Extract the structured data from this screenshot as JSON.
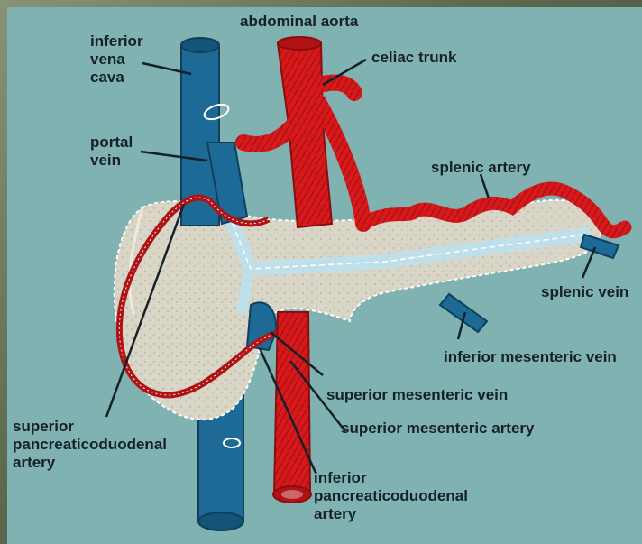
{
  "labels": {
    "inferior_vena_cava": [
      "inferior",
      "vena",
      "cava"
    ],
    "abdominal_aorta": "abdominal aorta",
    "celiac_trunk": "celiac trunk",
    "portal_vein": [
      "portal",
      "vein"
    ],
    "splenic_artery": "splenic artery",
    "splenic_vein": "splenic vein",
    "inferior_mesenteric_vein": "inferior mesenteric vein",
    "superior_mesenteric_vein": "superior mesenteric vein",
    "superior_mesenteric_artery": "superior mesenteric artery",
    "superior_pancreaticoduodenal_artery": [
      "superior",
      "pancreaticoduodenal",
      "artery"
    ],
    "inferior_pancreaticoduodenal_artery": [
      "inferior",
      "pancreaticoduodenal",
      "artery"
    ]
  },
  "colors": {
    "background": "#7fb2b1",
    "artery": "#d8191c",
    "vein": "#1c6a95",
    "pancreas": "#d9d6c8",
    "duct": "#bfe0ea"
  }
}
